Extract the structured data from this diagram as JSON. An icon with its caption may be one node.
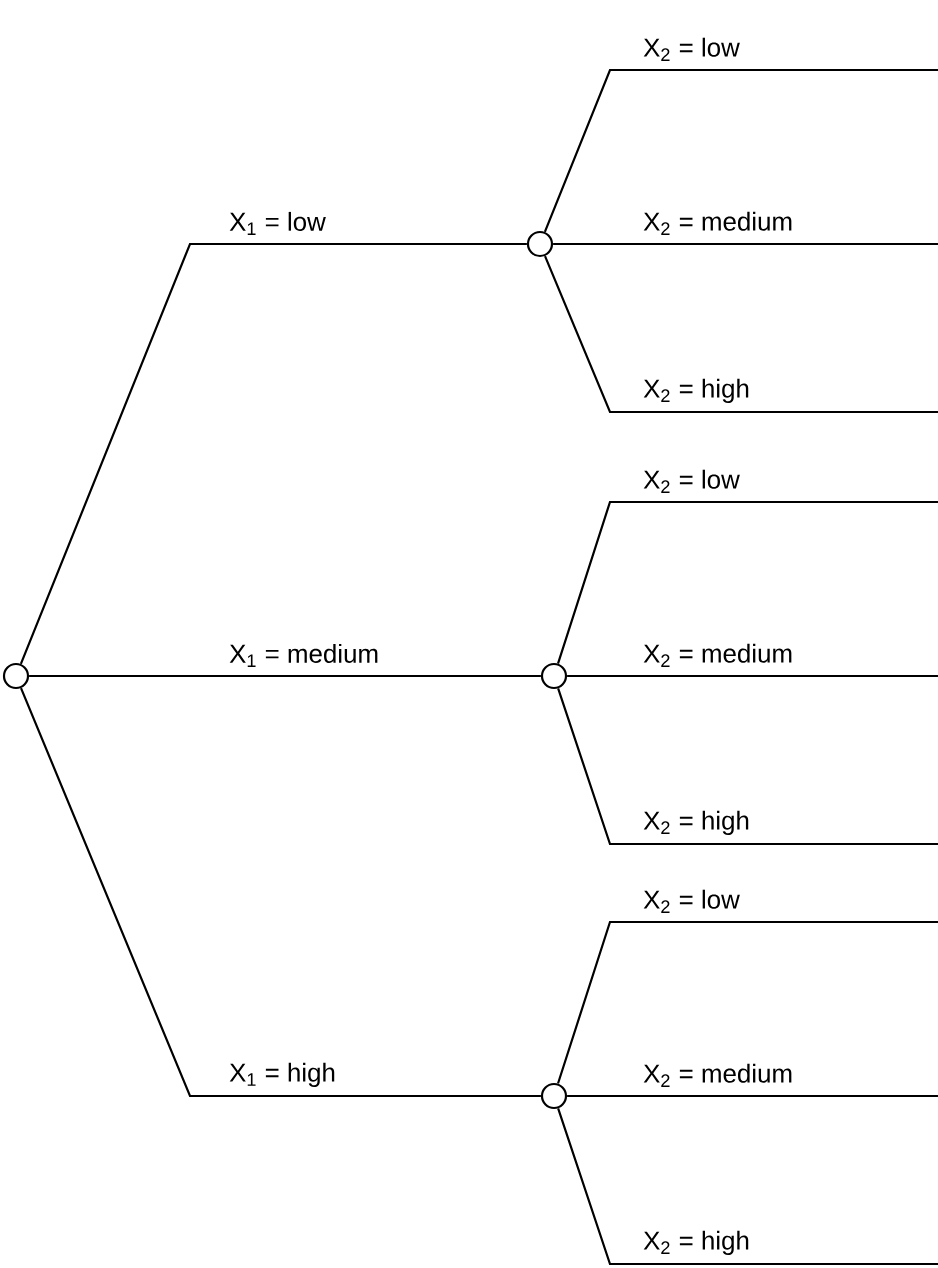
{
  "diagram": {
    "nodes": [
      {
        "text": [],
        "shape": "circle"
      },
      {
        "text": [],
        "shape": "circle"
      },
      {
        "text": [],
        "shape": "circle"
      },
      {
        "text": [],
        "shape": "circle"
      }
    ],
    "edges": [
      {
        "from": 0,
        "to": 1,
        "arrow": "none",
        "label": "X$_{1}$ = low"
      },
      {
        "from": 0,
        "to": 2,
        "arrow": "none",
        "label": "X$_{1}$ = medium"
      },
      {
        "from": 0,
        "to": 3,
        "arrow": "none",
        "label": "X$_{1}$ = high"
      },
      {
        "from": 1,
        "to": null,
        "arrow": "none",
        "label": "X$_{2}$ = low"
      },
      {
        "from": 1,
        "to": null,
        "arrow": "none",
        "label": "X$_{2}$ = medium"
      },
      {
        "from": 1,
        "to": null,
        "arrow": "none",
        "label": "X$_{2}$ = high"
      },
      {
        "from": 2,
        "to": null,
        "arrow": "none",
        "label": "X$_{2}$ = low"
      },
      {
        "from": 2,
        "to": null,
        "arrow": "none",
        "label": "X$_{2}$ = medium"
      },
      {
        "from": 2,
        "to": null,
        "arrow": "none",
        "label": "X$_{2}$ = high"
      },
      {
        "from": 3,
        "to": null,
        "arrow": "none",
        "label": "X$_{2}$ = low"
      },
      {
        "from": 3,
        "to": null,
        "arrow": "none",
        "label": "X$_{2}$ = medium"
      },
      {
        "from": 3,
        "to": null,
        "arrow": "none",
        "label": "X$_{2}$ = high"
      }
    ]
  }
}
